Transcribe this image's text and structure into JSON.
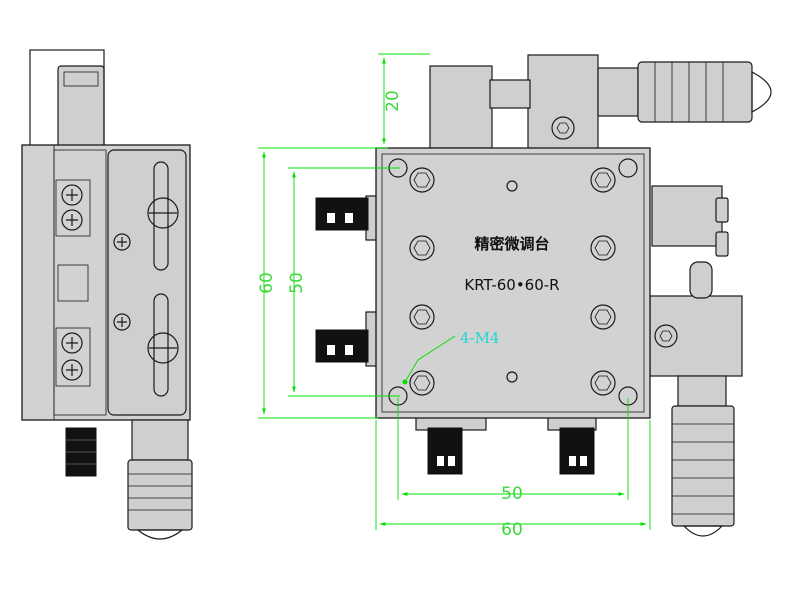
{
  "plate_title": "精密微调台",
  "model_number": "KRT-60•60-R",
  "thread_note": "4-M4",
  "dimensions": {
    "top_height": "20",
    "outer_height": "60",
    "inner_height": "50",
    "inner_width": "50",
    "outer_width": "60"
  },
  "colors": {
    "dimension": "#00e000",
    "dimension_text": "#3ad93a",
    "annotation": "#20d8d8",
    "part_fill": "#d2d2d2"
  }
}
